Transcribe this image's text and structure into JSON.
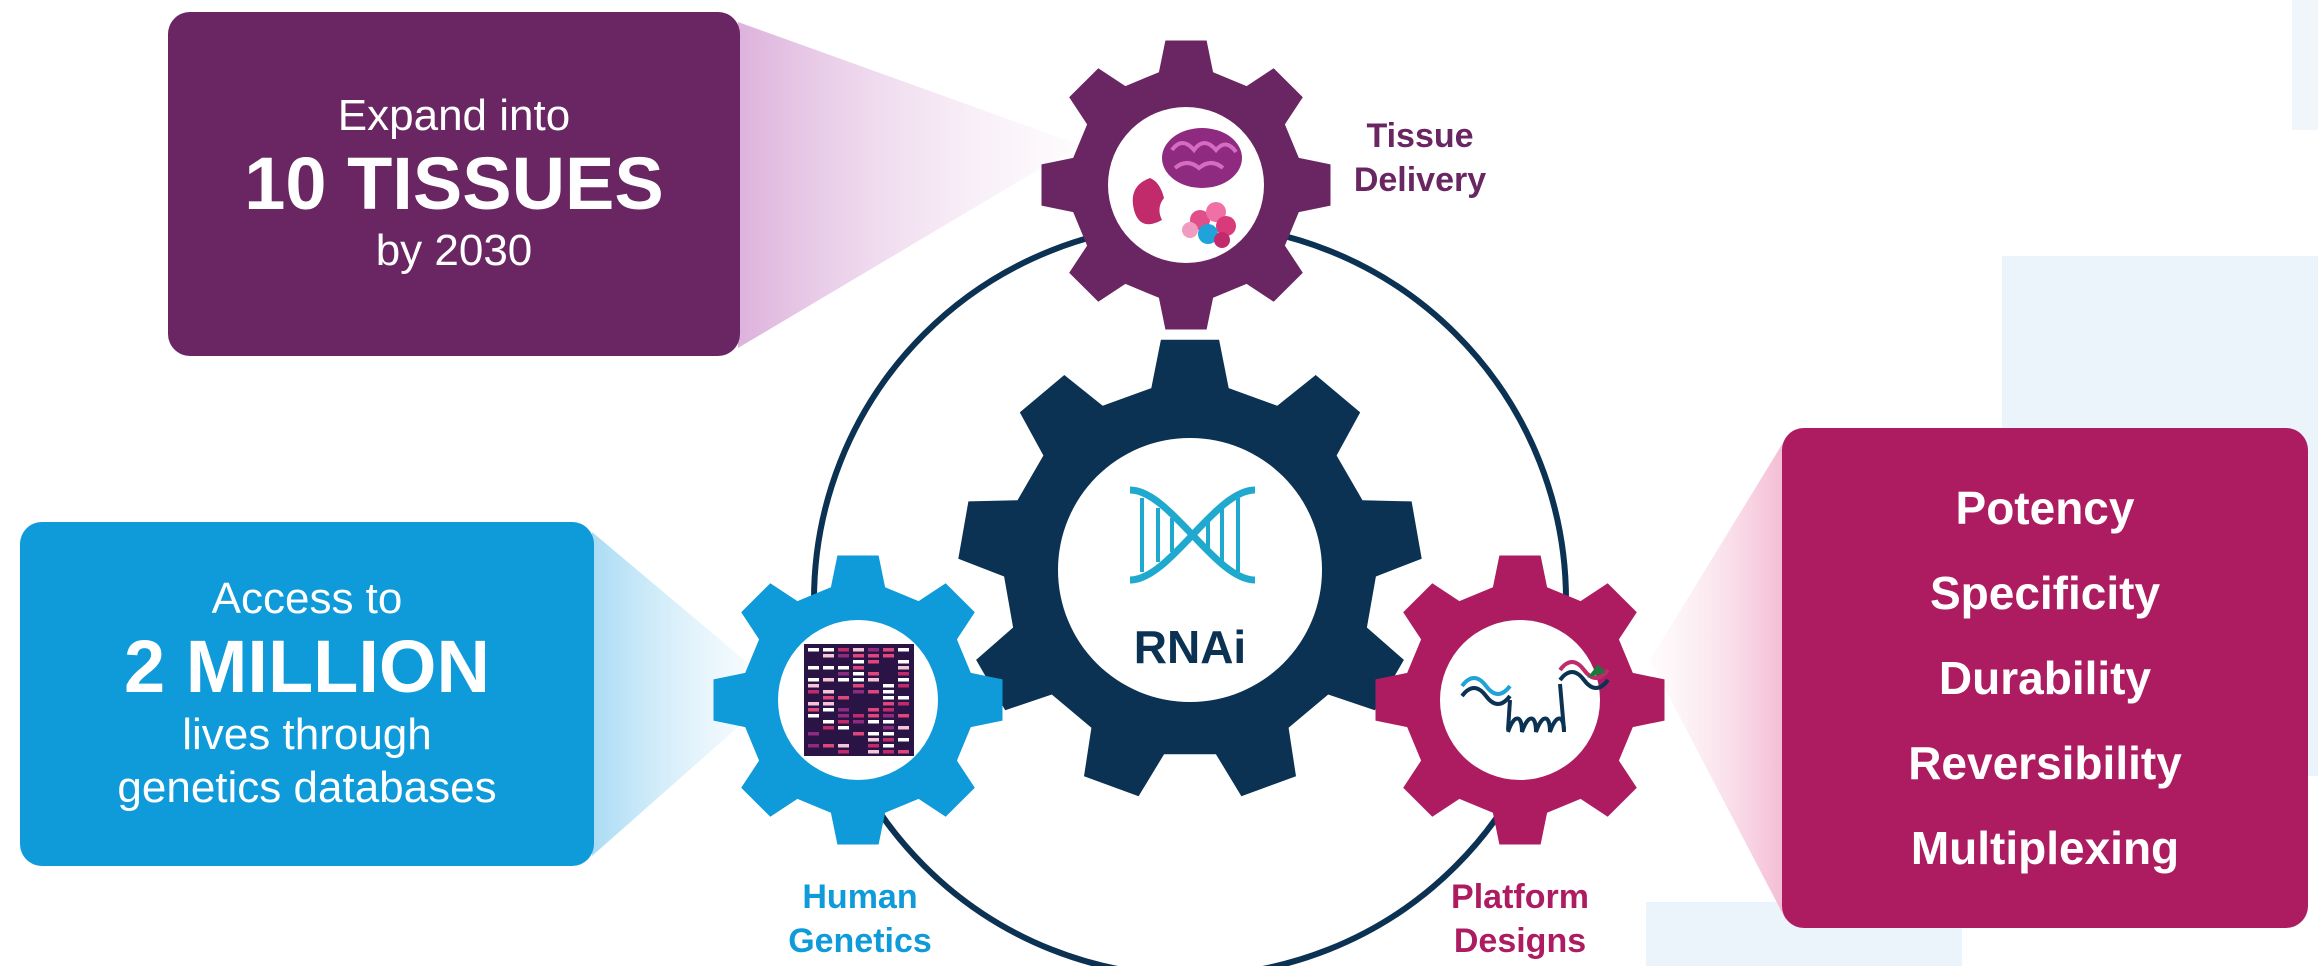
{
  "colors": {
    "purple": "#692662",
    "blue": "#0f9ad9",
    "magenta": "#ad1c61",
    "navy": "#0b3253",
    "light_blue_bg": "#e8f3f9"
  },
  "tissues_box": {
    "line1": "Expand into",
    "line2": "10 TISSUES",
    "line3": "by 2030"
  },
  "million_box": {
    "line1": "Access to",
    "line2": "2 MILLION",
    "line3": "lives through",
    "line4": "genetics databases"
  },
  "properties_box": {
    "items": [
      "Potency",
      "Specificity",
      "Durability",
      "Reversibility",
      "Multiplexing"
    ]
  },
  "gears": {
    "center_label": "RNAi",
    "tissue_label": "Tissue\nDelivery",
    "human_label": "Human\nGenetics",
    "platform_label": "Platform\nDesigns"
  },
  "icons": {
    "tissue": "brain-kidney-cells-icon",
    "human": "dna-barcode-icon",
    "platform": "sirna-duplex-icon",
    "center": "dna-helix-icon"
  }
}
